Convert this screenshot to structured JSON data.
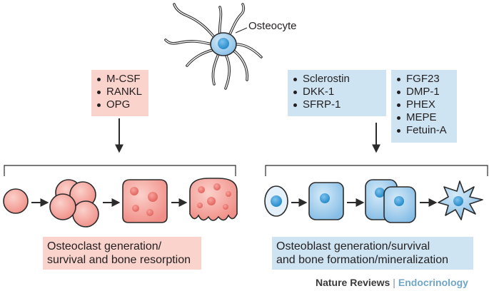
{
  "osteocyte": {
    "label": "Osteocyte"
  },
  "osteoclast_factors": {
    "items": [
      "M-CSF",
      "RANKL",
      "OPG"
    ],
    "color": "#f9d3cc"
  },
  "osteoblast_factors": {
    "items": [
      "Sclerostin",
      "DKK-1",
      "SFRP-1"
    ],
    "color": "#cfe4f3"
  },
  "mineral_factors": {
    "items": [
      "FGF23",
      "DMP-1",
      "PHEX",
      "MEPE",
      "Fetuin-A"
    ],
    "color": "#cfe4f3"
  },
  "osteoclast_caption": {
    "line1": "Osteoclast generation/",
    "line2": "survival and bone resorption"
  },
  "osteoblast_caption": {
    "line1": "Osteoblast generation/survival",
    "line2": "and bone formation/mineralization"
  },
  "credit": {
    "journal": "Nature Reviews",
    "separator": "|",
    "section": "Endocrinology"
  },
  "colors": {
    "osteoclast_fill": "#f4a7a0",
    "osteoclast_nucleus": "#ea6f6b",
    "osteoblast_fill": "#9fcbec",
    "osteoblast_nucleus": "#3aa0dc",
    "outline": "#2b2b2b"
  }
}
